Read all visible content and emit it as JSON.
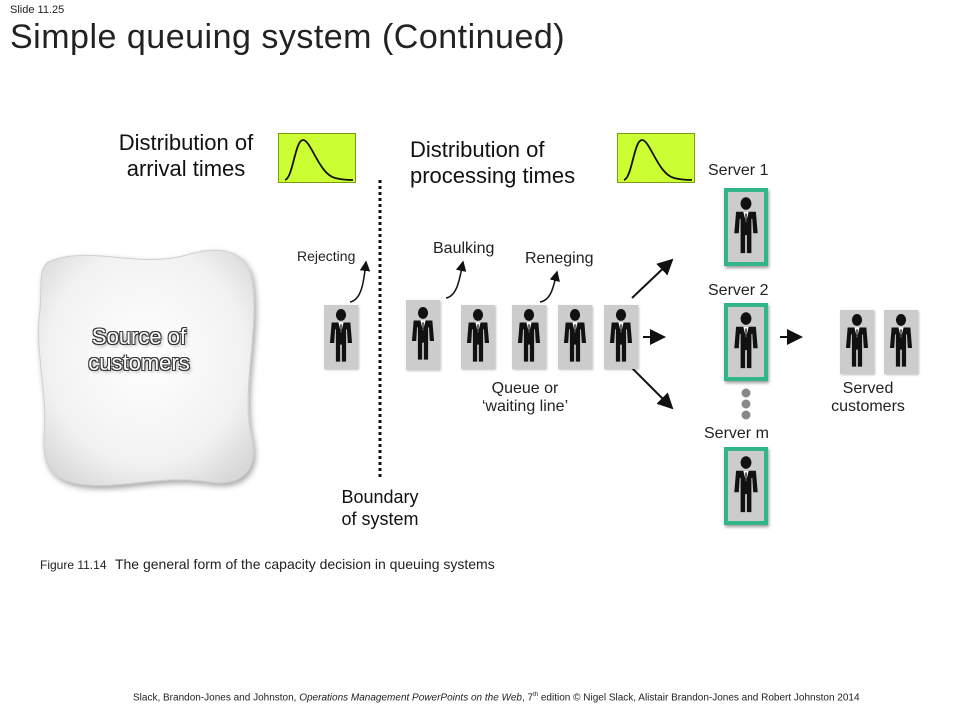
{
  "slide": {
    "number": "Slide 11.25",
    "title": "Simple queuing system (Continued)"
  },
  "source": {
    "label_line1": "Source of",
    "label_line2": "customers"
  },
  "distributions": {
    "arrival_line1": "Distribution of",
    "arrival_line2": "arrival times",
    "processing_line1": "Distribution of",
    "processing_line2": "processing times"
  },
  "behaviours": {
    "rejecting": "Rejecting",
    "baulking": "Baulking",
    "reneging": "Reneging"
  },
  "queue": {
    "line1": "Queue or",
    "line2": "‘waiting line’"
  },
  "boundary": {
    "line1": "Boundary",
    "line2": "of system"
  },
  "servers": {
    "server1": "Server 1",
    "server2": "Server 2",
    "serverm": "Server m"
  },
  "served": {
    "line1": "Served",
    "line2": "customers"
  },
  "caption": {
    "figure": "Figure 11.14",
    "text": "The general form of the capacity decision in queuing systems"
  },
  "footer": {
    "pre": "Slack, Brandon-Jones and Johnston, ",
    "book": "Operations Management PowerPoints on the Web",
    "mid": ", 7",
    "sup": "th",
    "post": " edition © Nigel Slack, Alistair Brandon-Jones and Robert Johnston 2014"
  },
  "colors": {
    "distribution_fill": "#ccff33",
    "server_border": "#33b58c",
    "person_box": "#cccccc",
    "person": "#111111"
  },
  "icons": {
    "person": "person-icon",
    "distribution_curve": "distribution-curve-icon"
  }
}
